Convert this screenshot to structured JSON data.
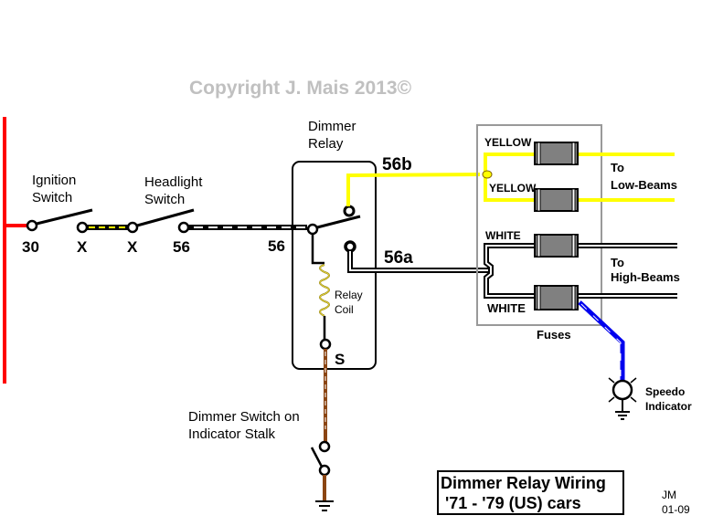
{
  "diagram": {
    "copyright": "Copyright J. Mais 2013©",
    "title_box": {
      "line1": "Dimmer Relay Wiring",
      "line2": " '71 - '79 (US) cars"
    },
    "author": {
      "initials": "JM",
      "date": "01-09"
    },
    "components": {
      "ignition_switch": {
        "label_line1": "Ignition",
        "label_line2": "Switch"
      },
      "headlight_switch": {
        "label_line1": "Headlight",
        "label_line2": "Switch"
      },
      "dimmer_relay": {
        "label_line1": "Dimmer",
        "label_line2": "Relay"
      },
      "relay_coil": {
        "label_line1": "Relay",
        "label_line2": "Coil"
      },
      "dimmer_switch": {
        "label_line1": "Dimmer Switch on",
        "label_line2": "Indicator Stalk"
      },
      "fuse_box": {
        "label": "Fuses"
      },
      "speedo_indicator": {
        "label_line1": "Speedo",
        "label_line2": "Indicator"
      }
    },
    "terminals": {
      "t30": "30",
      "x1": "X",
      "x2": "X",
      "t56_switch": "56",
      "t56_relay": "56",
      "t56b": "56b",
      "t56a": "56a",
      "s": "S"
    },
    "fuses": [
      {
        "wire_color": "YELLOW"
      },
      {
        "wire_color": "YELLOW"
      },
      {
        "wire_color": "WHITE"
      },
      {
        "wire_color": "WHITE"
      }
    ],
    "outputs": {
      "low_beams": {
        "line1": "To",
        "line2": "Low-Beams"
      },
      "high_beams": {
        "line1": "To",
        "line2": "High-Beams"
      }
    },
    "colors": {
      "supply": "#ff0000",
      "low_beam_wire": "#ffff00",
      "coil_wire": "#8b4513",
      "speedo_wire": "#0000ee",
      "copyright_text": "#c0c0c0",
      "fuse_body": "#808080"
    }
  }
}
